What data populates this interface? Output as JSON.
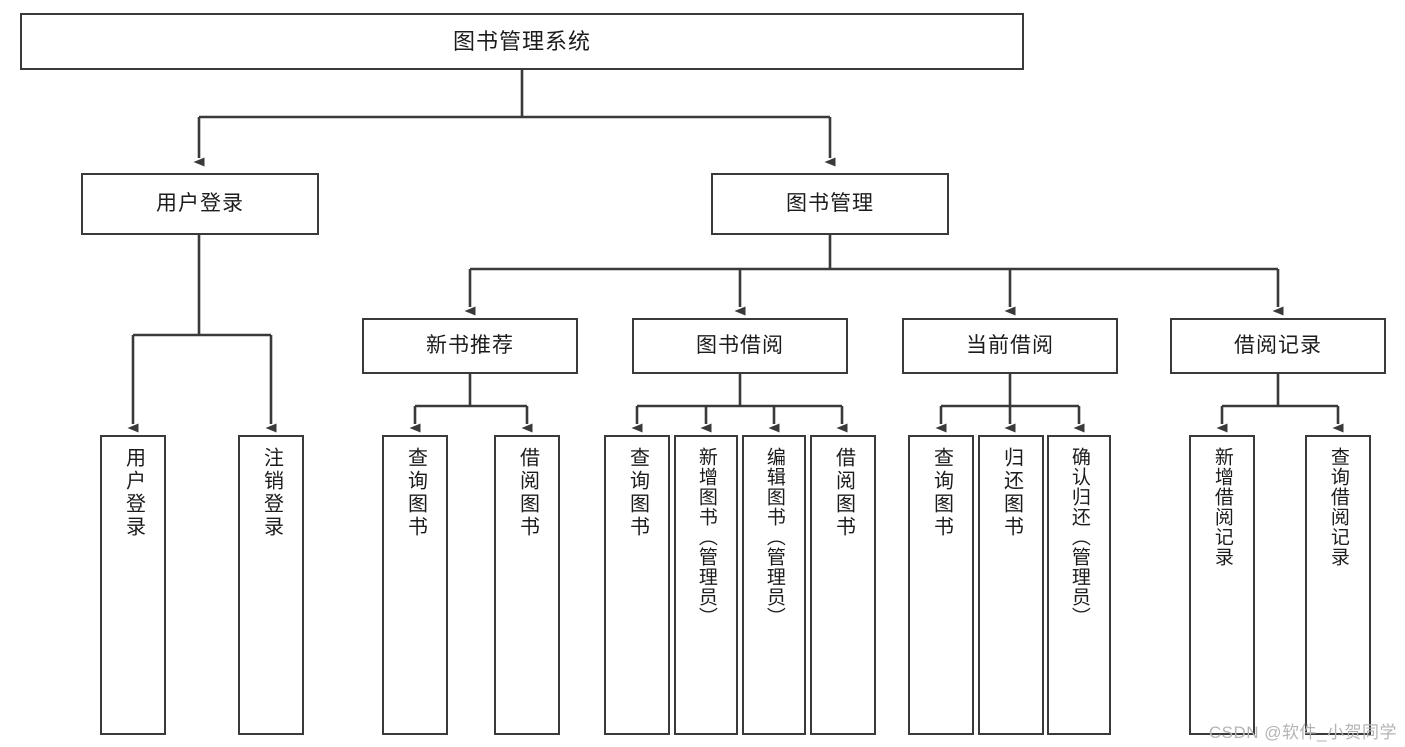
{
  "diagram": {
    "title": "图书管理系统",
    "watermark": "CSDN @软件_小贺同学",
    "style": {
      "background": "#ffffff",
      "box_fill": "#ffffff",
      "box_border": "#3a3a3a",
      "connector": "#3a3a3a",
      "text": "#1c1c1c",
      "watermark_color": "#b4b4b4"
    },
    "root": {
      "label": "图书管理系统"
    },
    "level2": [
      {
        "label": "用户登录"
      },
      {
        "label": "图书管理"
      }
    ],
    "level3": [
      {
        "label": "新书推荐"
      },
      {
        "label": "图书借阅"
      },
      {
        "label": "当前借阅"
      },
      {
        "label": "借阅记录"
      }
    ],
    "leaves": {
      "user_login": [
        {
          "label": "用户登录"
        },
        {
          "label": "注销登录"
        }
      ],
      "new_book_recommend": [
        {
          "label": "查询图书"
        },
        {
          "label": "借阅图书"
        }
      ],
      "book_borrow": [
        {
          "label": "查询图书"
        },
        {
          "label": "新增图书（管理员）"
        },
        {
          "label": "编辑图书（管理员）"
        },
        {
          "label": "借阅图书"
        }
      ],
      "current_borrow": [
        {
          "label": "查询图书"
        },
        {
          "label": "归还图书"
        },
        {
          "label": "确认归还（管理员）"
        }
      ],
      "borrow_record": [
        {
          "label": "新增借阅记录"
        },
        {
          "label": "查询借阅记录"
        }
      ]
    }
  }
}
